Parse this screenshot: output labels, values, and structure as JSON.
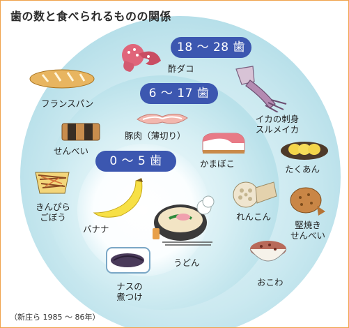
{
  "title": "歯の数と食べられるものの関係",
  "groups": [
    {
      "range": "18 〜 28 歯"
    },
    {
      "range": "6 〜 17 歯"
    },
    {
      "range": "0 〜 5 歯"
    }
  ],
  "foods": {
    "vinegar_octopus": "酢ダコ",
    "squid": "イカの刺身",
    "dried_squid": "スルメイカ",
    "baguette": "フランスパン",
    "pork": "豚肉（薄切り）",
    "kamaboko": "かまぼこ",
    "takuan": "たくあん",
    "senbei": "せんべい",
    "kinpira_1": "きんぴら",
    "kinpira_2": "ごぼう",
    "banana": "バナナ",
    "renkon": "れんこん",
    "hard_senbei_1": "堅焼き",
    "hard_senbei_2": "せんべい",
    "udon": "うどん",
    "nasu_1": "ナスの",
    "nasu_2": "煮つけ",
    "okowa": "おこわ"
  },
  "source": "（新庄ら 1985 〜 86年）",
  "colors": {
    "border": "#f0a24a",
    "pill": "#3c57b0",
    "outer_ring": "#c9e8ef",
    "middle_ring": "#b2dde7",
    "inner_disc": "#ffffff"
  }
}
